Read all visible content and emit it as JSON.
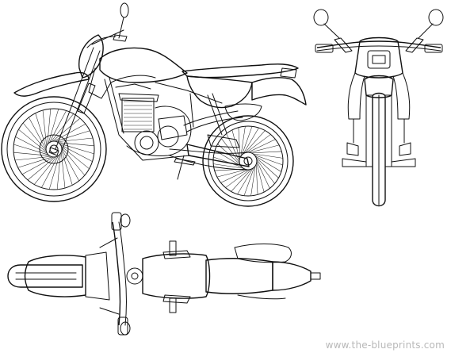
{
  "watermark": "www.the-blueprints.com",
  "views": [
    "side-view",
    "front-view",
    "top-view"
  ],
  "colors": {
    "line": "#111111",
    "background": "#ffffff",
    "watermark": "#b8b8b8"
  }
}
